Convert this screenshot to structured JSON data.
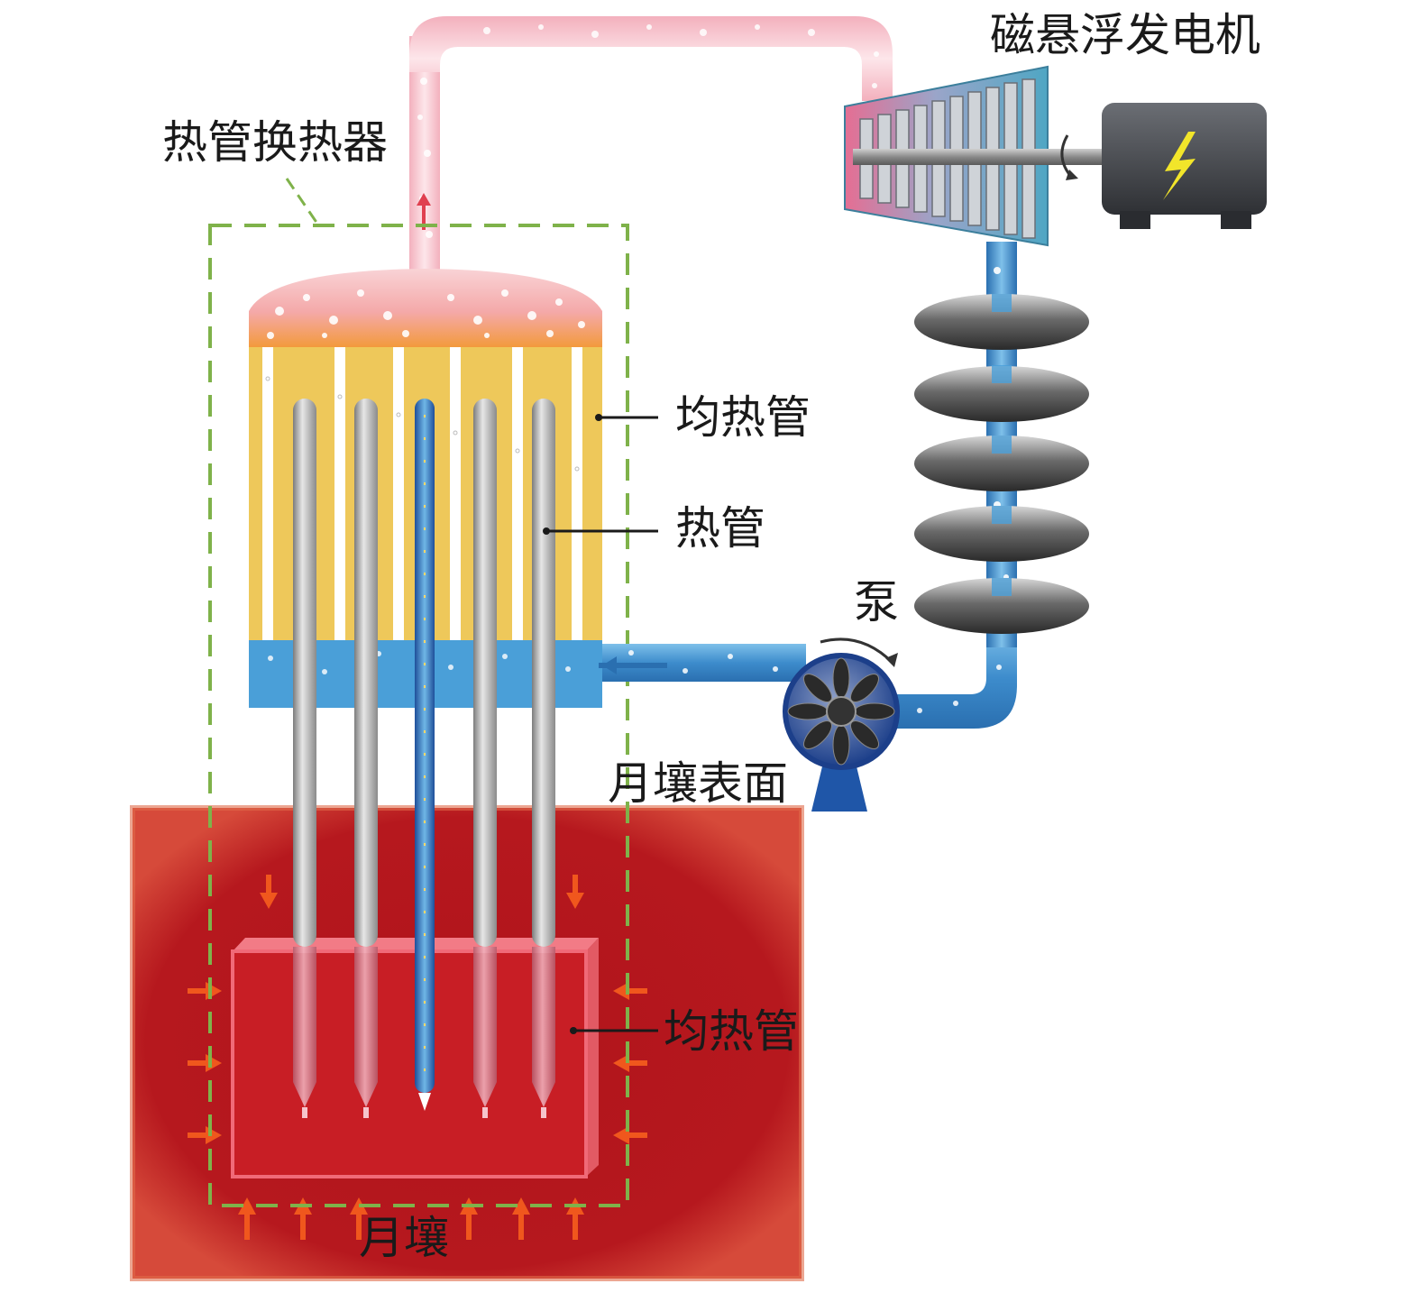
{
  "labels": {
    "heat_pipe_exchanger": "热管换热器",
    "maglev_generator": "磁悬浮发电机",
    "vapor_chamber_upper": "均热管",
    "heat_pipe": "热管",
    "pump": "泵",
    "lunar_surface": "月壤表面",
    "vapor_chamber_lower": "均热管",
    "regolith": "月壤"
  },
  "colors": {
    "regolith": "#b5161c",
    "block": "#c81e25",
    "block_edge": "#f06a78",
    "heat_arrow": "#f0571d",
    "header_yellow": "#eec85a",
    "coolant_blue": "#4a9fd8",
    "dome_pink": "#f5b7bf",
    "dome_orange": "#f29a3a",
    "pipe_gray": "#a4a4a4",
    "dashed_box": "#7fb24a",
    "turbine_teal": "#5aa8c6",
    "turbine_pink": "#e8799a",
    "generator_body": "#4a4d52",
    "bolt": "#f2e52a"
  },
  "icons": [
    "lightning-bolt-icon",
    "rotation-arrow-icon",
    "pump-impeller-icon",
    "flow-arrow-icon"
  ]
}
